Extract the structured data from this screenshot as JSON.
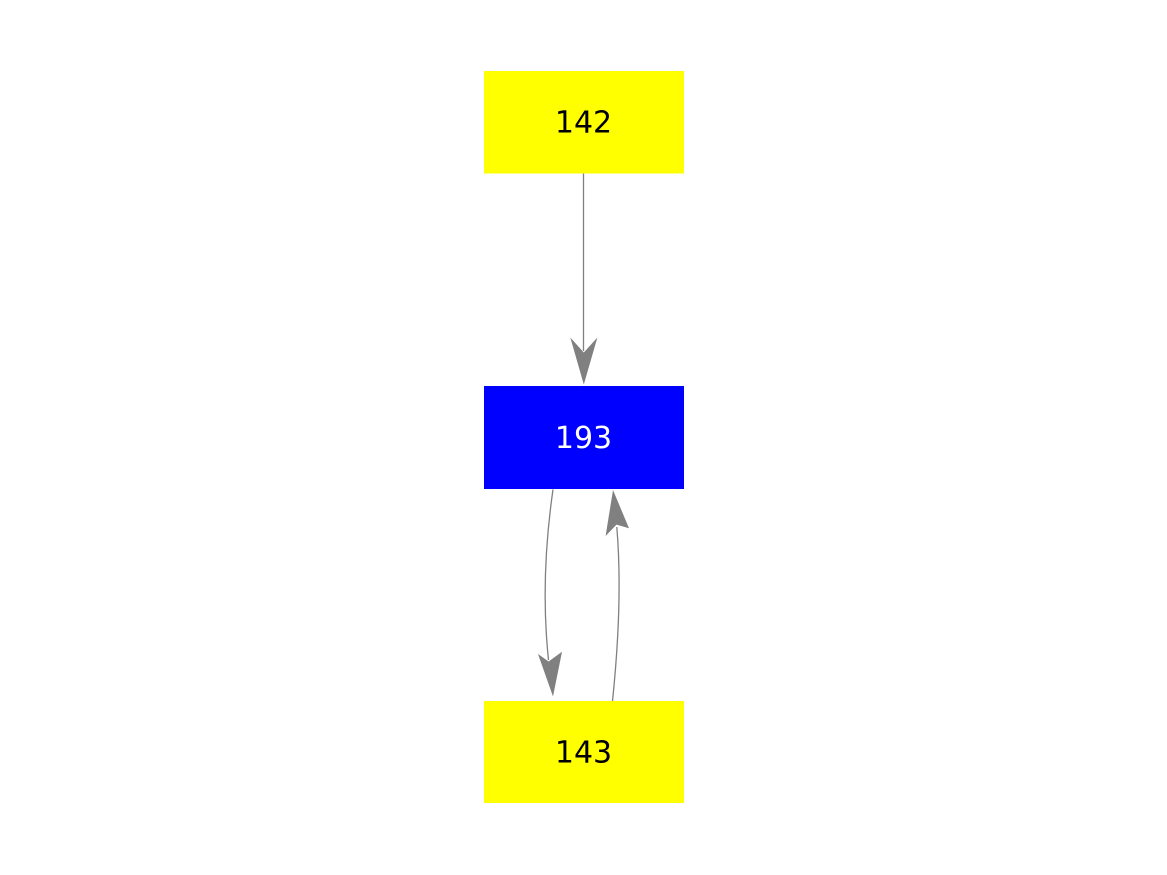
{
  "diagram": {
    "type": "directed-graph",
    "background_color": "#ffffff",
    "edge_color": "#808080",
    "nodes": [
      {
        "id": "142",
        "label": "142",
        "fill": "#ffff00",
        "text_color": "#000000",
        "shape": "rectangle"
      },
      {
        "id": "193",
        "label": "193",
        "fill": "#0000ff",
        "text_color": "#ffffff",
        "shape": "rectangle"
      },
      {
        "id": "143",
        "label": "143",
        "fill": "#ffff00",
        "text_color": "#000000",
        "shape": "rectangle"
      }
    ],
    "edges": [
      {
        "from": "142",
        "to": "193",
        "style": "straight"
      },
      {
        "from": "193",
        "to": "143",
        "style": "curved-left"
      },
      {
        "from": "143",
        "to": "193",
        "style": "curved-right"
      }
    ]
  }
}
